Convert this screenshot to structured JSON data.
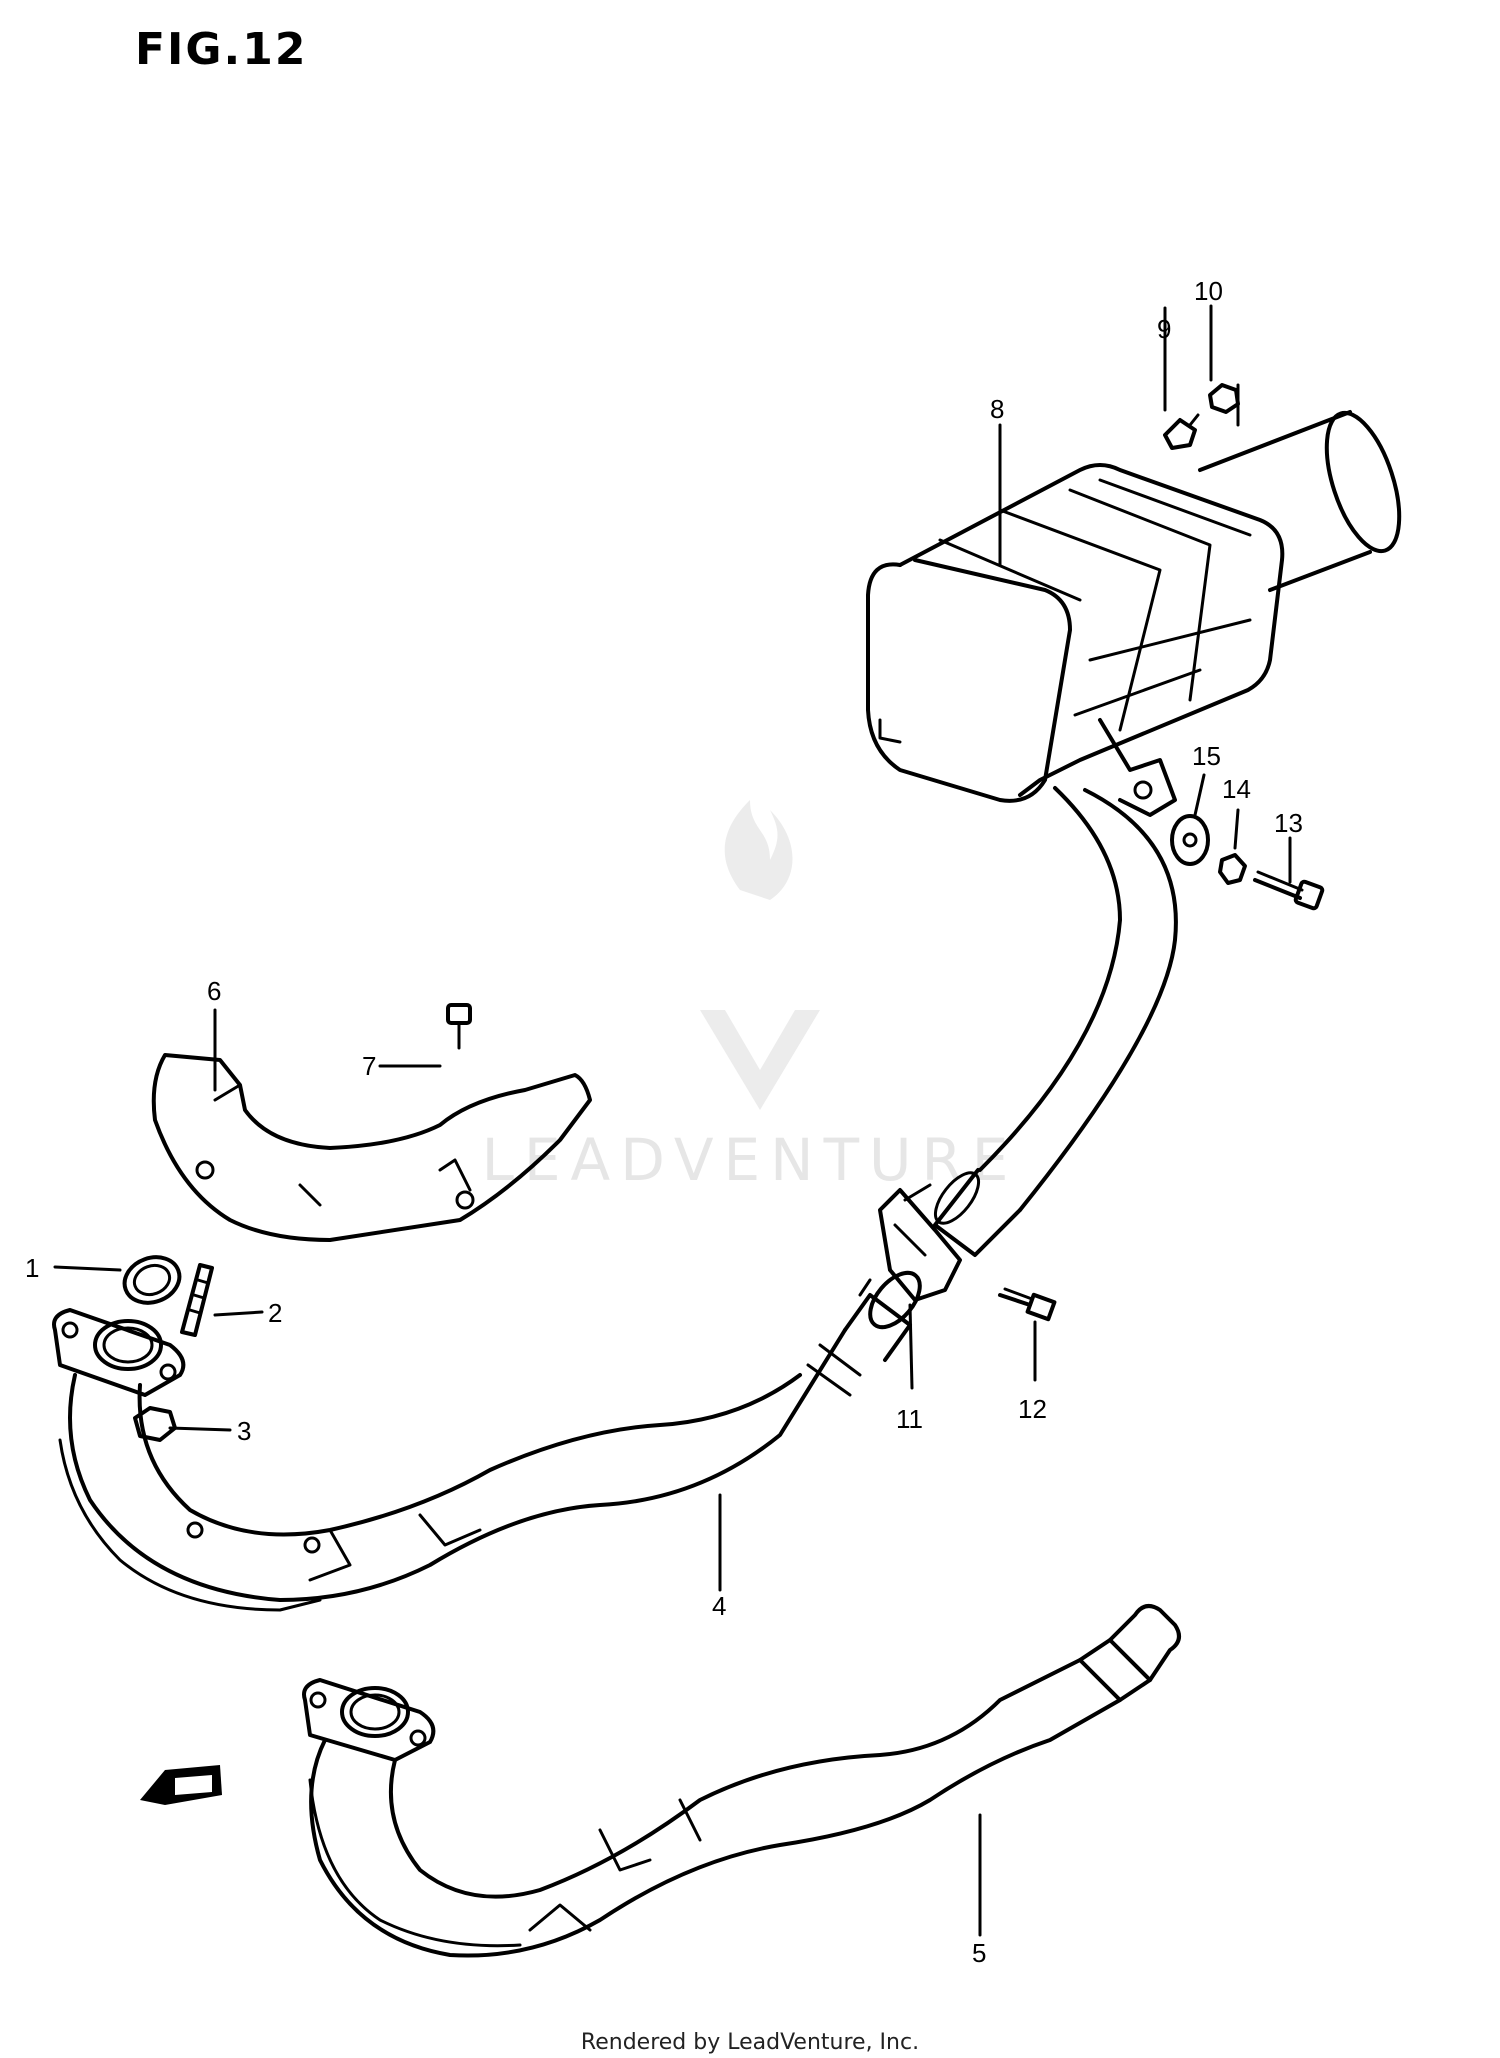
{
  "figure": {
    "title": "FIG.12"
  },
  "callouts": [
    {
      "id": "1",
      "label": "1"
    },
    {
      "id": "2",
      "label": "2"
    },
    {
      "id": "3",
      "label": "3"
    },
    {
      "id": "4",
      "label": "4"
    },
    {
      "id": "5",
      "label": "5"
    },
    {
      "id": "6",
      "label": "6"
    },
    {
      "id": "7",
      "label": "7"
    },
    {
      "id": "8",
      "label": "8"
    },
    {
      "id": "9",
      "label": "9"
    },
    {
      "id": "10",
      "label": "10"
    },
    {
      "id": "11",
      "label": "11"
    },
    {
      "id": "12",
      "label": "12"
    },
    {
      "id": "13",
      "label": "13"
    },
    {
      "id": "14",
      "label": "14"
    },
    {
      "id": "15",
      "label": "15"
    }
  ],
  "watermark": {
    "text": "LEADVENTURE"
  },
  "footer": {
    "text": "Rendered by LeadVenture, Inc."
  }
}
